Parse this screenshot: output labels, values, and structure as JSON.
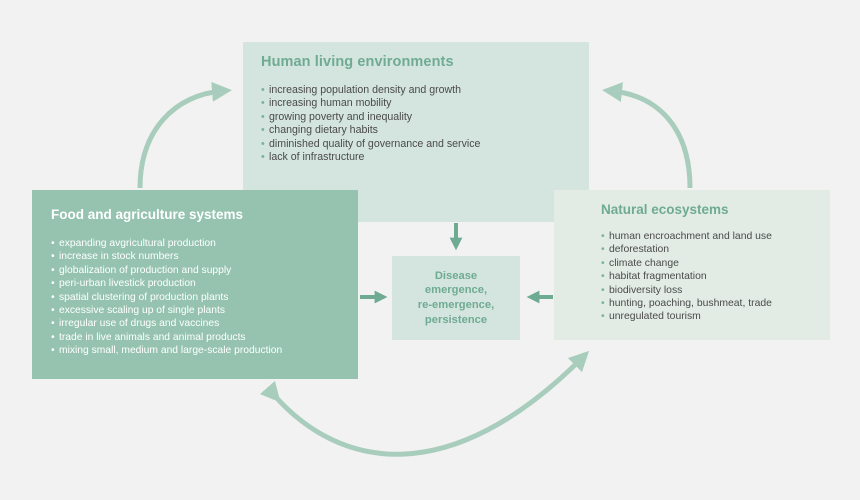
{
  "human": {
    "title": "Human living environments",
    "items": [
      "increasing population density and growth",
      "increasing human mobility",
      "growing poverty and inequality",
      "changing dietary habits",
      "diminished quality of governance and service",
      "lack of infrastructure"
    ]
  },
  "food": {
    "title": "Food and agriculture systems",
    "items": [
      "expanding avgricultural production",
      "increase in stock numbers",
      "globalization of production and supply",
      "peri-urban livestick production",
      "spatial clustering of production plants",
      "excessive scaling up of single plants",
      "irregular use of drugs and vaccines",
      "trade in live animals and animal products",
      "mixing small, medium and large-scale production"
    ]
  },
  "natural": {
    "title": "Natural ecosystems",
    "items": [
      "human encroachment and land use",
      "deforestation",
      "climate change",
      "habitat fragmentation",
      "biodiversity loss",
      "hunting, poaching, bushmeat, trade",
      "unregulated tourism"
    ]
  },
  "center": {
    "label": "Disease\nemergence,\nre-emergence,\npersistence"
  },
  "colors": {
    "background": "#f2f2f2",
    "arrow_light": "#a9cdbd",
    "arrow_dark": "#6fab93",
    "dark_green": "#95c3b0",
    "light_green": "#d4e5df",
    "pale_green": "#e2ece4"
  }
}
